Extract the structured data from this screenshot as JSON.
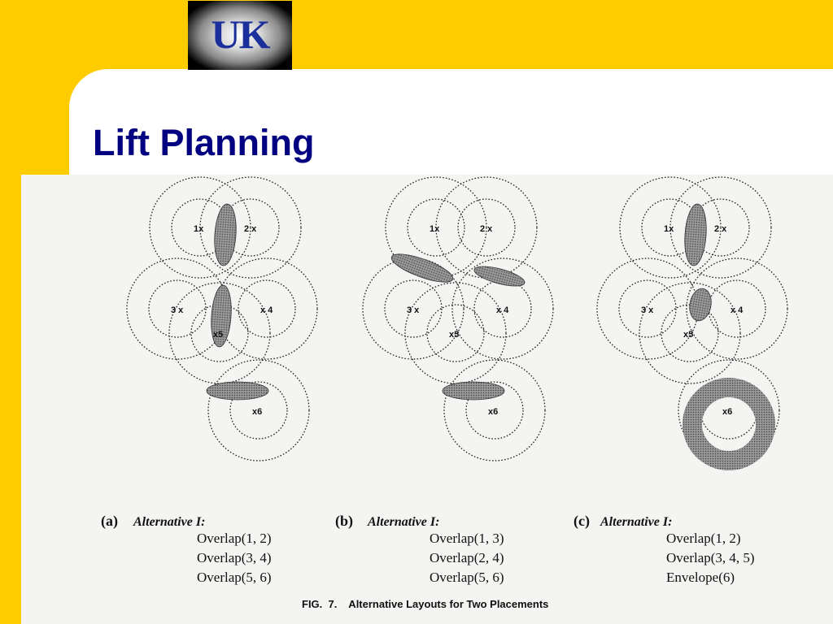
{
  "logo": {
    "text": "UK"
  },
  "title": "Lift Planning",
  "panels": [
    {
      "id": "a",
      "label": "(a)",
      "heading": "Alternative I:",
      "points": [
        {
          "n": "1",
          "text": "1x"
        },
        {
          "n": "2",
          "text": "2 x"
        },
        {
          "n": "3",
          "text": "3 x"
        },
        {
          "n": "4",
          "text": "x 4"
        },
        {
          "n": "5",
          "text": "x5"
        },
        {
          "n": "6",
          "text": "x6"
        }
      ],
      "lines": [
        "Overlap(1, 2)",
        "Overlap(3, 4)",
        "Overlap(5, 6)"
      ]
    },
    {
      "id": "b",
      "label": "(b)",
      "heading": "Alternative I:",
      "points": [
        {
          "n": "1",
          "text": "1x"
        },
        {
          "n": "2",
          "text": "2 x"
        },
        {
          "n": "3",
          "text": "3 x"
        },
        {
          "n": "4",
          "text": "x 4"
        },
        {
          "n": "5",
          "text": "x5"
        },
        {
          "n": "6",
          "text": "x6"
        }
      ],
      "lines": [
        "Overlap(1, 3)",
        "Overlap(2, 4)",
        "Overlap(5, 6)"
      ]
    },
    {
      "id": "c",
      "label": "(c)",
      "heading": "Alternative I:",
      "points": [
        {
          "n": "1",
          "text": "1x"
        },
        {
          "n": "2",
          "text": "2 x"
        },
        {
          "n": "3",
          "text": "3 x"
        },
        {
          "n": "4",
          "text": "x 4"
        },
        {
          "n": "5",
          "text": "x5"
        },
        {
          "n": "6",
          "text": "x6"
        }
      ],
      "lines": [
        "Overlap(1, 2)",
        "Overlap(3, 4, 5)",
        "Envelope(6)"
      ]
    }
  ],
  "caption": "FIG.  7.    Alternative Layouts for Two Placements",
  "colors": {
    "accent_yellow": "#ffcc00",
    "title_navy": "#000080",
    "logo_blue": "#1a2f9a",
    "shade": "#7a7a7a"
  }
}
